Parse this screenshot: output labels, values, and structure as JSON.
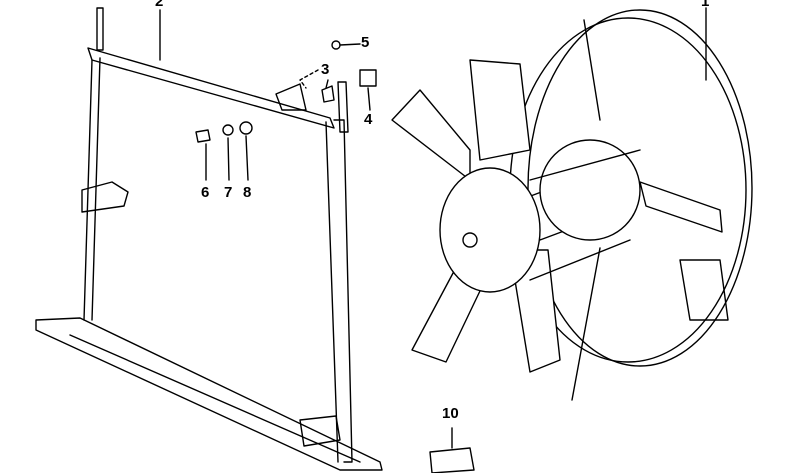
{
  "diagram": {
    "callouts": [
      {
        "id": "1",
        "label": "1"
      },
      {
        "id": "2",
        "label": "2"
      },
      {
        "id": "3",
        "label": "3"
      },
      {
        "id": "4",
        "label": "4"
      },
      {
        "id": "5",
        "label": "5"
      },
      {
        "id": "6",
        "label": "6"
      },
      {
        "id": "7",
        "label": "7"
      },
      {
        "id": "8",
        "label": "8"
      },
      {
        "id": "10",
        "label": "10"
      }
    ]
  }
}
